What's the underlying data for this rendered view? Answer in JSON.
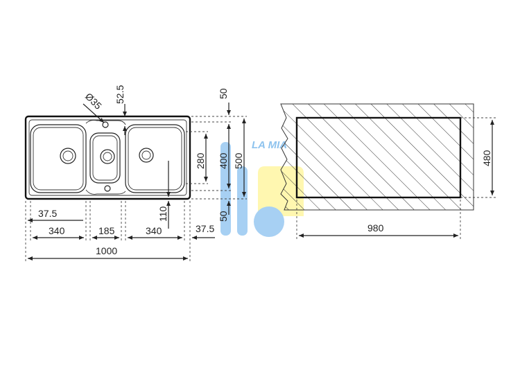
{
  "watermark": {
    "text": "LA MIA",
    "colors": {
      "blue": "#9cc9f0",
      "yellow": "#fff5a6"
    }
  },
  "sink": {
    "dimensions": {
      "drain_dia": "Ø35",
      "top_offset": "52.5",
      "left_edge": "37.5",
      "bowl_left": "340",
      "bowl_small": "185",
      "bowl_right": "340",
      "right_edge": "37.5",
      "total_width": "1000",
      "bowl_height": "280",
      "inner_height": "400",
      "total_height": "500",
      "top_margin": "50",
      "bottom_margin": "50",
      "drain_offset": "110"
    }
  },
  "cutout": {
    "dimensions": {
      "width": "980",
      "height": "480"
    }
  }
}
